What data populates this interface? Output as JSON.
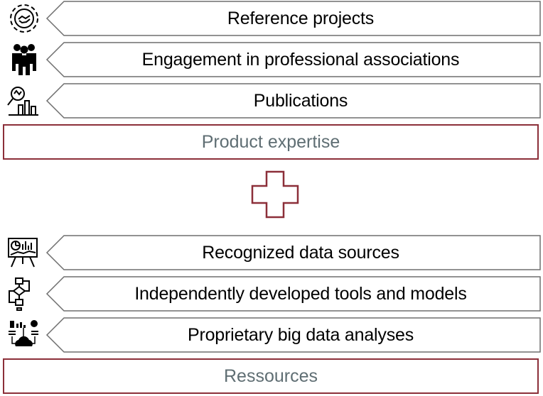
{
  "colors": {
    "accent": "#8c2f39",
    "outline": "#6f6f6f",
    "summary_text": "#5f6e73"
  },
  "expertise": {
    "items": [
      {
        "label": "Reference projects",
        "icon": "gear-handshake-icon"
      },
      {
        "label": "Engagement in professional associations",
        "icon": "people-group-icon"
      },
      {
        "label": "Publications",
        "icon": "magnifier-chart-icon"
      }
    ],
    "summary": "Product expertise"
  },
  "connector": {
    "icon": "plus-icon"
  },
  "resources": {
    "items": [
      {
        "label": "Recognized data sources",
        "icon": "presentation-board-icon"
      },
      {
        "label": "Independently developed tools and models",
        "icon": "flowchart-icon"
      },
      {
        "label": "Proprietary big data analyses",
        "icon": "data-cloud-icon"
      }
    ],
    "summary": "Ressources"
  }
}
